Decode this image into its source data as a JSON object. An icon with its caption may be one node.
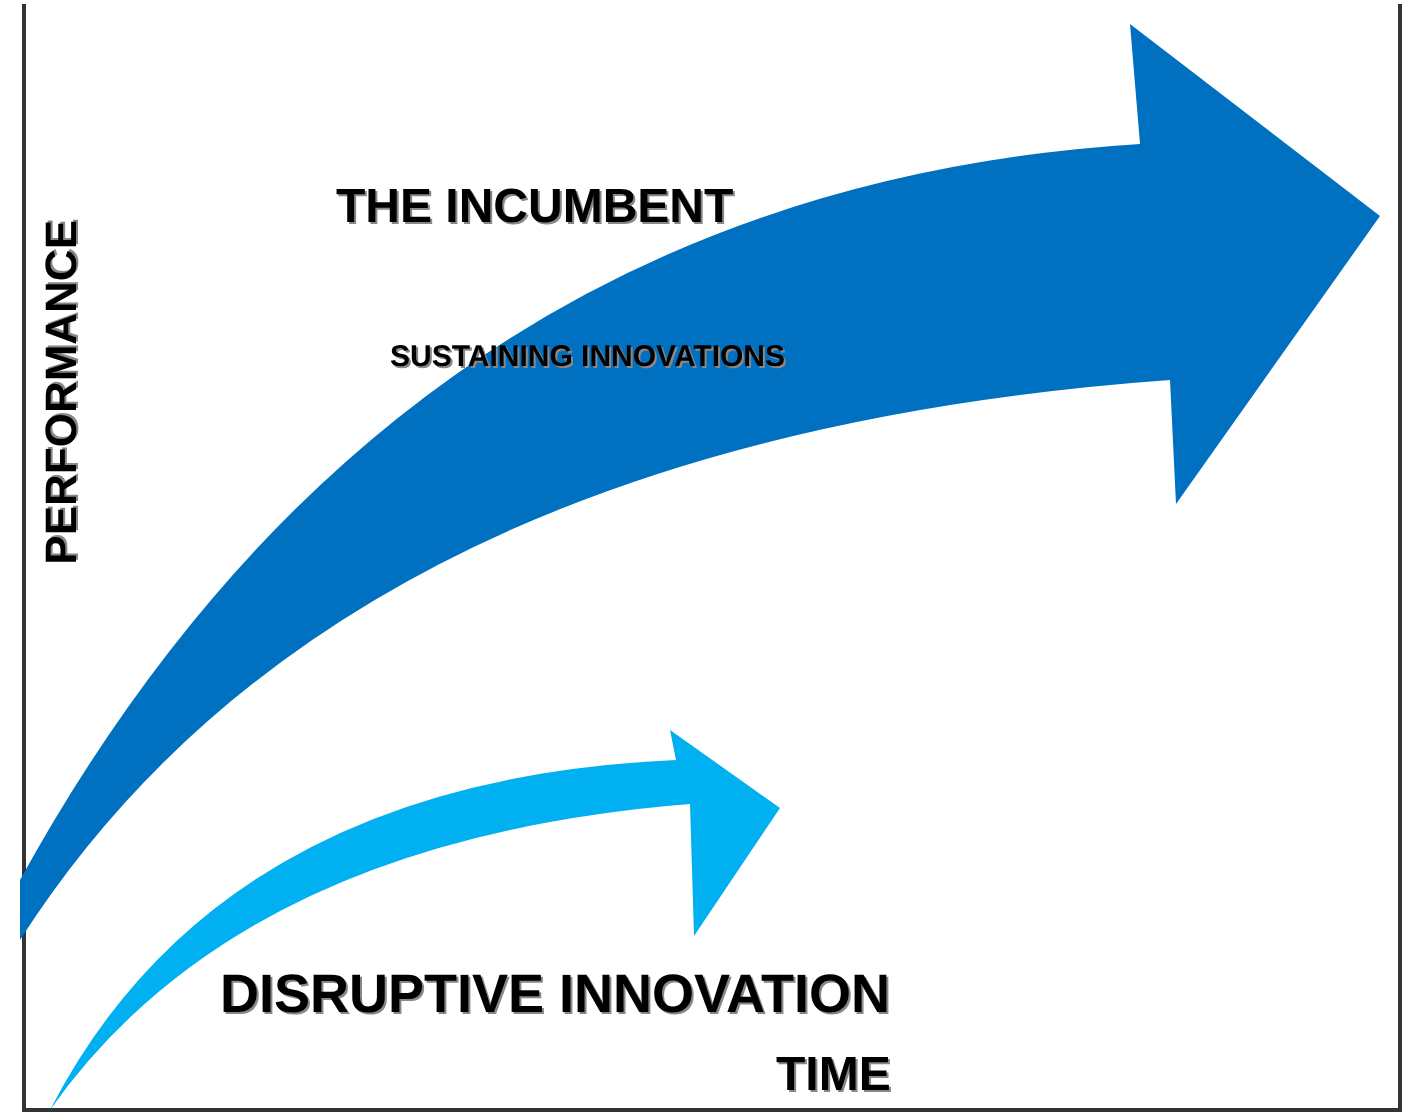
{
  "diagram": {
    "labels": [
      "THE INCUMBENT",
      "SUSTAINING INNOVATIONS",
      "PERFORMANCE",
      "DISRUPTIVE INNOVATION",
      "TIME"
    ]
  }
}
